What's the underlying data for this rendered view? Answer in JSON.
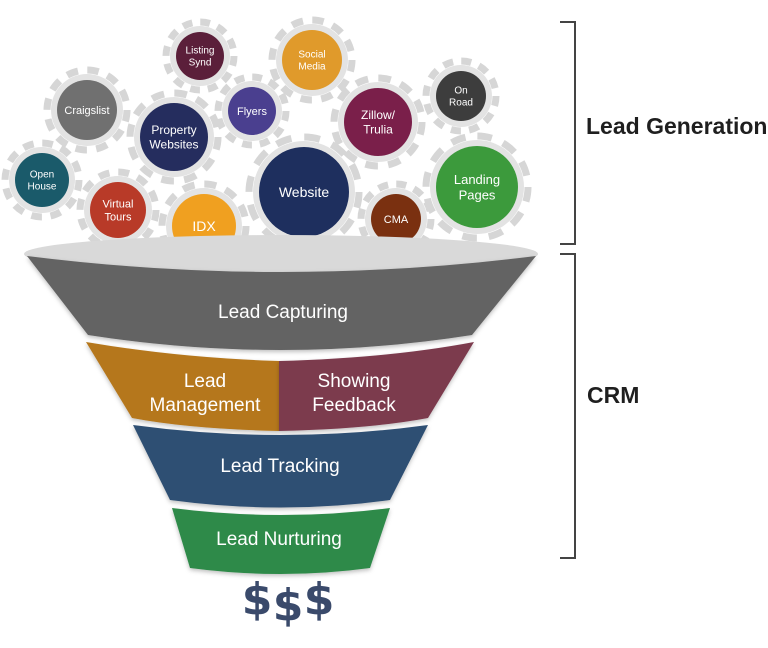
{
  "gears": [
    {
      "id": "listing-synd",
      "lines": [
        "Listing",
        "Synd"
      ],
      "color": "#5b1f3a"
    },
    {
      "id": "social-media",
      "lines": [
        "Social",
        "Media"
      ],
      "color": "#e09a2b"
    },
    {
      "id": "craigslist",
      "lines": [
        "Craigslist"
      ],
      "color": "#707070"
    },
    {
      "id": "flyers",
      "lines": [
        "Flyers"
      ],
      "color": "#4a3f8f"
    },
    {
      "id": "property-websites",
      "lines": [
        "Property",
        "Websites"
      ],
      "color": "#252d5e"
    },
    {
      "id": "zillow-trulia",
      "lines": [
        "Zillow/",
        "Trulia"
      ],
      "color": "#7a1f4a"
    },
    {
      "id": "on-road",
      "lines": [
        "On",
        "Road"
      ],
      "color": "#3d3d3d"
    },
    {
      "id": "open-house",
      "lines": [
        "Open",
        "House"
      ],
      "color": "#1a5a6a"
    },
    {
      "id": "virtual-tours",
      "lines": [
        "Virtual",
        "Tours"
      ],
      "color": "#b83a28"
    },
    {
      "id": "website",
      "lines": [
        "Website"
      ],
      "color": "#1e2f5e"
    },
    {
      "id": "landing-pages",
      "lines": [
        "Landing",
        "Pages"
      ],
      "color": "#3c9a3c"
    },
    {
      "id": "idx",
      "lines": [
        "IDX"
      ],
      "color": "#f0a020"
    },
    {
      "id": "cma",
      "lines": [
        "CMA"
      ],
      "color": "#7a3010"
    }
  ],
  "funnel": {
    "lead_capturing": "Lead Capturing",
    "lead_management": [
      "Lead",
      "Management"
    ],
    "showing_feedback": [
      "Showing",
      "Feedback"
    ],
    "lead_tracking": "Lead Tracking",
    "lead_nurturing": "Lead Nurturing",
    "colors": {
      "rim": "#d9d9d9",
      "capturing": "#636363",
      "management": "#b5771c",
      "feedback": "#7c3a4e",
      "tracking": "#2f4f73",
      "nurturing": "#2f8a4a"
    }
  },
  "labels": {
    "lead_generation": "Lead Generation",
    "crm": "CRM"
  },
  "dollars": [
    "$",
    "$",
    "$"
  ]
}
